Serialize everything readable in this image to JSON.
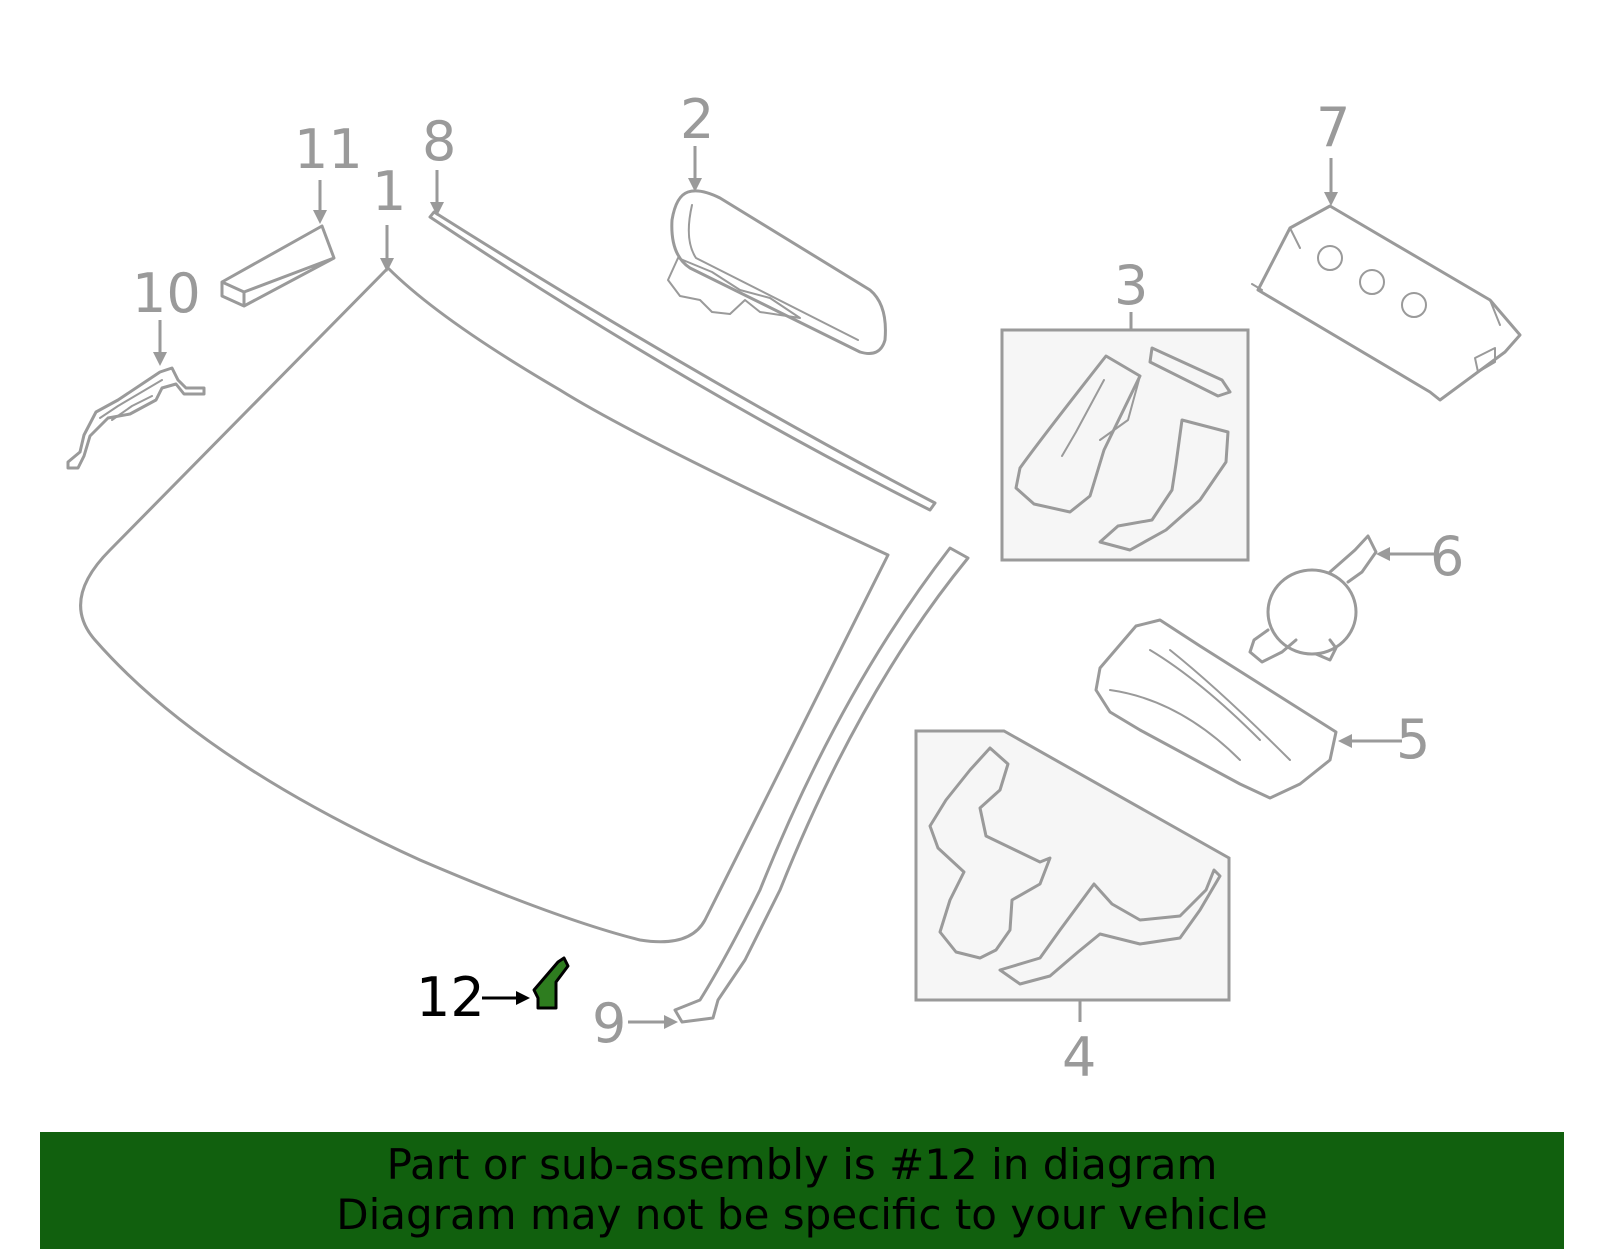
{
  "diagram": {
    "callouts": [
      {
        "id": "1",
        "label": "1"
      },
      {
        "id": "2",
        "label": "2"
      },
      {
        "id": "3",
        "label": "3"
      },
      {
        "id": "4",
        "label": "4"
      },
      {
        "id": "5",
        "label": "5"
      },
      {
        "id": "6",
        "label": "6"
      },
      {
        "id": "7",
        "label": "7"
      },
      {
        "id": "8",
        "label": "8"
      },
      {
        "id": "9",
        "label": "9"
      },
      {
        "id": "10",
        "label": "10"
      },
      {
        "id": "11",
        "label": "11"
      },
      {
        "id": "12",
        "label": "12",
        "highlighted": true
      }
    ],
    "highlight_color": "#2e7d1f",
    "line_color": "#9a9a9a"
  },
  "banner": {
    "line1": "Part or sub-assembly is #12 in diagram",
    "line2": "Diagram may not be specific to your vehicle",
    "background": "#11600e"
  }
}
